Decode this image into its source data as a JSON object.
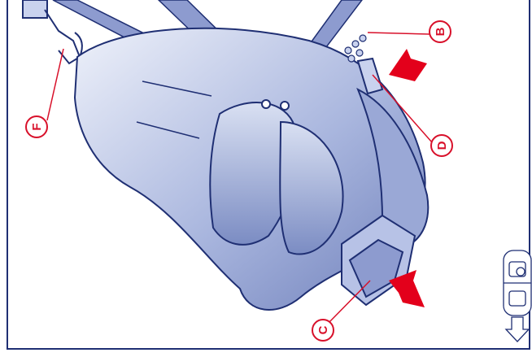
{
  "callouts": {
    "B": "B",
    "C": "C",
    "D": "D",
    "F": "F"
  },
  "colors": {
    "frame": "#1f2f73",
    "outline": "#1f2f73",
    "seat_fill_light": "#e6ebf6",
    "seat_fill_dark": "#7e8fc4",
    "strap": "#8d9bcf",
    "callout_red": "#d8102a",
    "arrow_red": "#e3001b"
  },
  "icons": {
    "vehicle_orientation": "car-top-view-down-arrow-icon"
  }
}
